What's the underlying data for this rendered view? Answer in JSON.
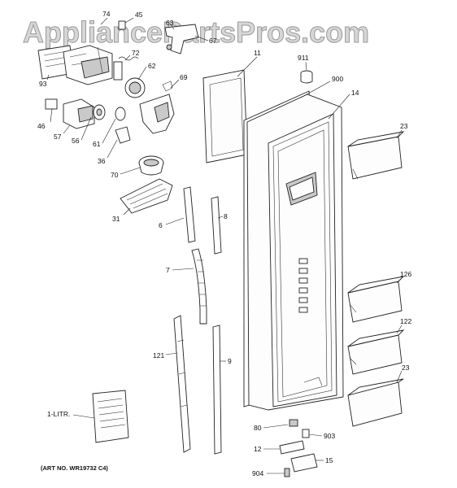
{
  "watermark": "AppliancePartsPros.com",
  "art_number": "(ART NO. WR19732 C4)",
  "labels": {
    "p74": "74",
    "p45": "45",
    "p63": "63",
    "p67": "67",
    "p93": "93",
    "p72": "72",
    "p62": "62",
    "p69": "69",
    "p46": "46",
    "p57": "57",
    "p56": "56",
    "p61": "61",
    "p36": "36",
    "p70": "70",
    "p31": "31",
    "p11": "11",
    "p911": "911",
    "p900": "900",
    "p14": "14",
    "p23a": "23",
    "p6": "6",
    "p8": "8",
    "p7": "7",
    "p126": "126",
    "p122": "122",
    "p121": "121",
    "p9": "9",
    "p23b": "23",
    "p1litr": "1-LITR.",
    "p80": "80",
    "p903": "903",
    "p12": "12",
    "p15": "15",
    "p904": "904"
  }
}
